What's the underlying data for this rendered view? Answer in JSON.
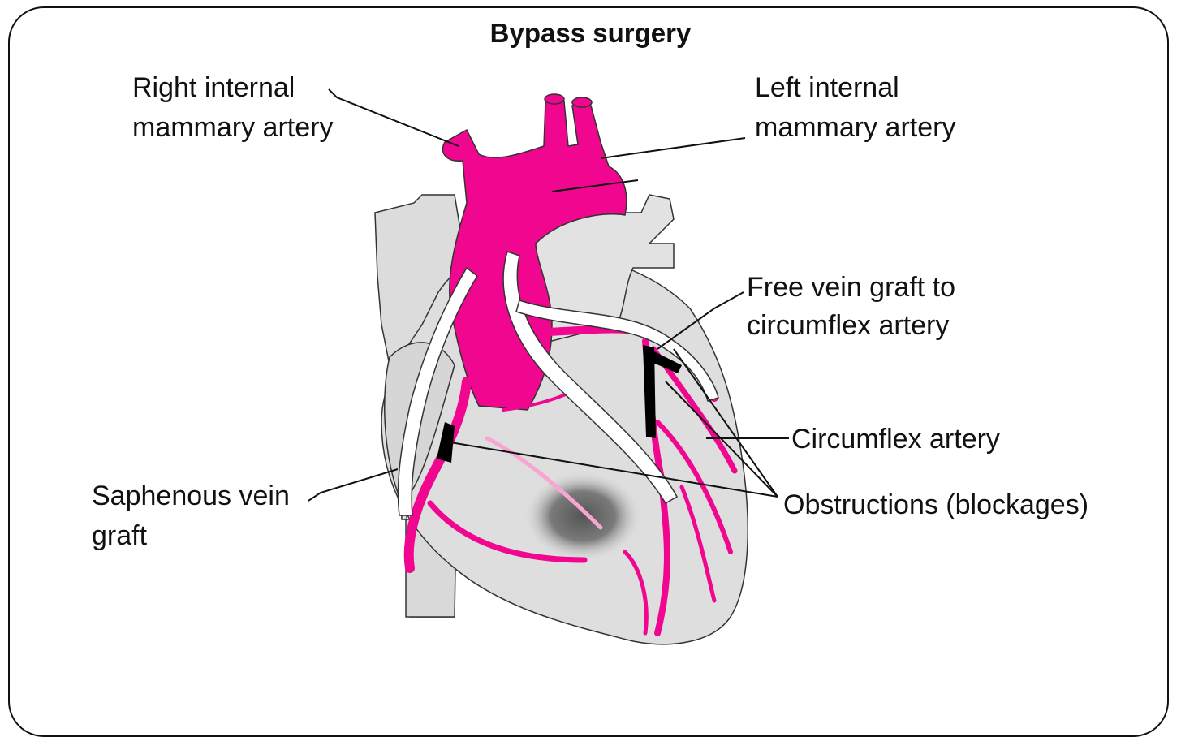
{
  "title": "Bypass surgery",
  "labels": {
    "right_ima_1": "Right internal",
    "right_ima_2": "mammary artery",
    "left_ima_1": "Left internal",
    "left_ima_2": "mammary artery",
    "free_vein_1": "Free vein graft to",
    "free_vein_2": "circumflex artery",
    "circumflex": "Circumflex artery",
    "obstructions": "Obstructions (blockages)",
    "saphenous_1": "Saphenous vein",
    "saphenous_2": "graft"
  },
  "colors": {
    "artery": "#f0068f",
    "heart": "#dedede",
    "outline": "#222222",
    "graft": "#ffffff",
    "blockage": "#000000"
  }
}
